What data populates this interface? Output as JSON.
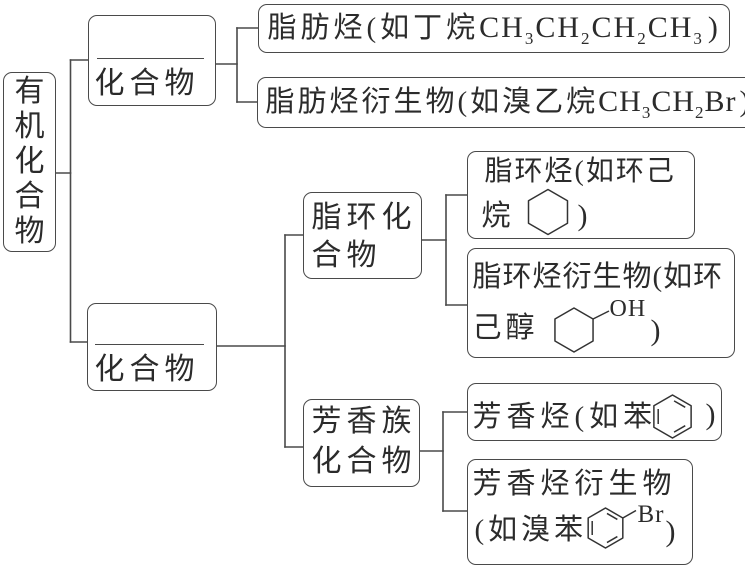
{
  "colors": {
    "line": "#4a4a4a",
    "text": "#2b2b2b",
    "background": "#ffffff",
    "structure": "#333333"
  },
  "nodes": {
    "root": {
      "lines": [
        "有",
        "机",
        "化",
        "合",
        "物"
      ]
    },
    "chain_compounds": {
      "blank": "",
      "label": "化合物"
    },
    "aliphatic_hydrocarbon": {
      "prefix": "脂肪烃(如丁烷",
      "formula": [
        {
          "main": "CH",
          "sub": "3"
        },
        {
          "main": "CH",
          "sub": "2"
        },
        {
          "main": "CH",
          "sub": "2"
        },
        {
          "main": "CH",
          "sub": "3"
        }
      ],
      "suffix": ")"
    },
    "aliphatic_derivative": {
      "prefix": "脂肪烃衍生物(如溴乙烷",
      "formula": [
        {
          "main": "CH",
          "sub": "3"
        },
        {
          "main": "CH",
          "sub": "2"
        },
        {
          "main": "Br",
          "sub": ""
        }
      ],
      "suffix": ")"
    },
    "ring_compounds": {
      "blank": "",
      "label": "化合物"
    },
    "alicyclic_compounds": {
      "lines": [
        "脂环化",
        "合物"
      ]
    },
    "aromatic_compounds": {
      "lines": [
        "芳香族",
        "化合物"
      ]
    },
    "alicyclic_hydrocarbon": {
      "line1": "脂环烃(如环己",
      "line2_prefix": "烷",
      "structure": "cyclohexane",
      "suffix": ")"
    },
    "alicyclic_derivative": {
      "line1": "脂环烃衍生物(如环",
      "line2_prefix": "己醇",
      "structure": "cyclohexanol",
      "substituent": "OH",
      "suffix": ")"
    },
    "aromatic_hydrocarbon": {
      "prefix": "芳香烃(如苯",
      "structure": "benzene",
      "suffix": ")"
    },
    "aromatic_derivative": {
      "line1": "芳香烃衍生物",
      "line2_prefix": "(如溴苯",
      "structure": "bromobenzene",
      "substituent": "Br",
      "suffix": ")"
    }
  },
  "edges": [
    {
      "from": "root",
      "to": "chain_compounds"
    },
    {
      "from": "root",
      "to": "ring_compounds"
    },
    {
      "from": "chain_compounds",
      "to": "aliphatic_hydrocarbon"
    },
    {
      "from": "chain_compounds",
      "to": "aliphatic_derivative"
    },
    {
      "from": "ring_compounds",
      "to": "alicyclic_compounds"
    },
    {
      "from": "ring_compounds",
      "to": "aromatic_compounds"
    },
    {
      "from": "alicyclic_compounds",
      "to": "alicyclic_hydrocarbon"
    },
    {
      "from": "alicyclic_compounds",
      "to": "alicyclic_derivative"
    },
    {
      "from": "aromatic_compounds",
      "to": "aromatic_hydrocarbon"
    },
    {
      "from": "aromatic_compounds",
      "to": "aromatic_derivative"
    }
  ]
}
